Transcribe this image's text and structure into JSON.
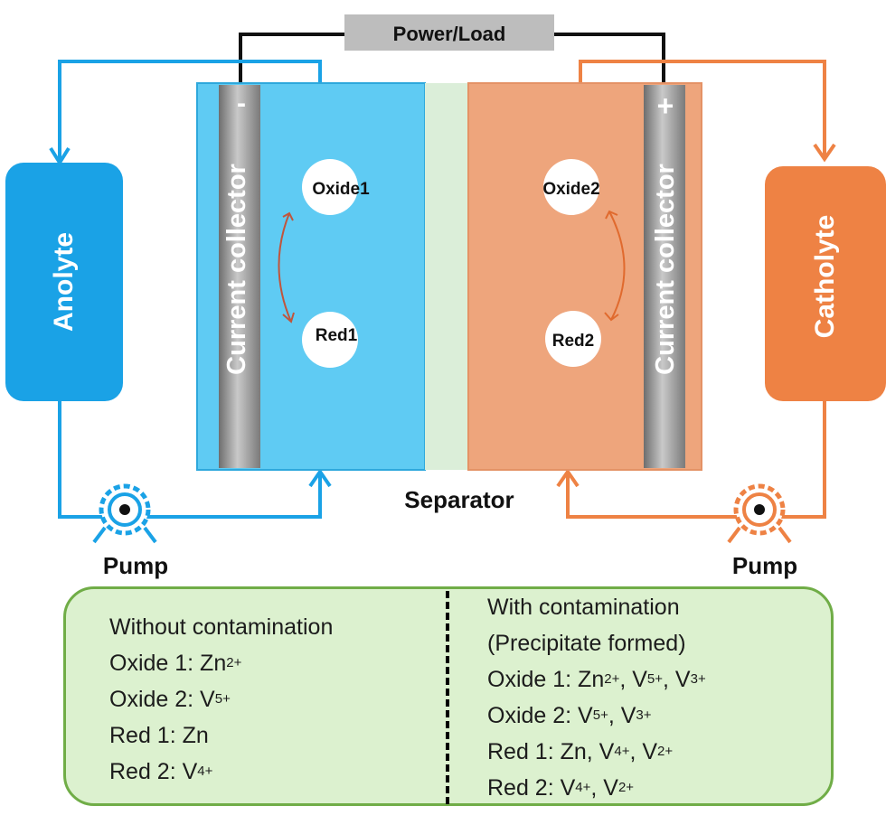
{
  "labels": {
    "power_load": "Power/Load",
    "anolyte": "Anolyte",
    "catholyte": "Catholyte",
    "current_collector_left": "Current collector",
    "current_collector_right": "Current collector",
    "minus_sign": "-",
    "plus_sign": "+",
    "oxide1": "Oxide1",
    "red1": "Red1",
    "oxide2": "Oxide2",
    "red2": "Red2",
    "separator": "Separator",
    "pump_left": "Pump",
    "pump_right": "Pump"
  },
  "legend": {
    "without": {
      "title": "Without contamination",
      "oxide1_label": "Oxide 1: Zn",
      "oxide1_sup": "2+",
      "oxide2_label": "Oxide 2: V",
      "oxide2_sup": "5+",
      "red1_label": "Red 1: Zn",
      "red2_label": "Red 2: V",
      "red2_sup": "4+"
    },
    "with": {
      "title": "With contamination",
      "subtitle": "(Precipitate formed)",
      "oxide1_a": "Oxide 1: Zn",
      "oxide1_a_sup": "2+",
      "oxide1_b": ", V",
      "oxide1_b_sup": "5+",
      "oxide1_c": ", V",
      "oxide1_c_sup": "3+",
      "oxide2_a": "Oxide 2: V",
      "oxide2_a_sup": "5+",
      "oxide2_b": ", V",
      "oxide2_b_sup": "3+",
      "red1_a": "Red 1: Zn, V",
      "red1_a_sup": "4+",
      "red1_b": ", V",
      "red1_b_sup": "2+",
      "red2_a": "Red 2: V",
      "red2_a_sup": "4+",
      "red2_b": ", V",
      "red2_b_sup": "2+"
    }
  },
  "colors": {
    "anolyte": "#1aa2e6",
    "anolyte_cell": "#5fcbf3",
    "catholyte": "#ee8244",
    "catholyte_cell": "#eea57c",
    "separator": "#dbeed9",
    "legend_fill": "#dcf1cf",
    "legend_border": "#70ad47"
  }
}
